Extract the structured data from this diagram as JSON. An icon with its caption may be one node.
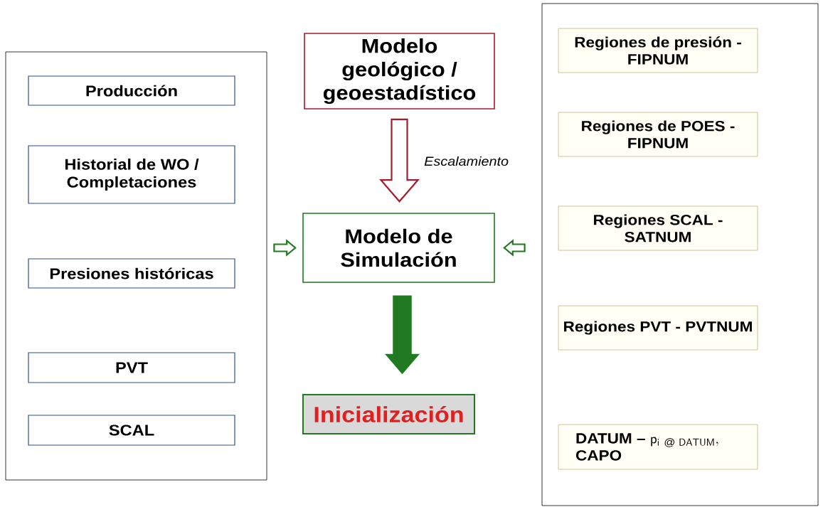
{
  "diagram": {
    "nodes": [
      {
        "text": [],
        "shape": "box"
      },
      {
        "text": [
          "Producción"
        ],
        "in": 0
      },
      {
        "text": [
          "Historial de WO / Completaciones"
        ],
        "in": 0
      },
      {
        "text": [
          "Presiones históricas"
        ],
        "in": 0
      },
      {
        "text": [
          "PVT"
        ],
        "in": 0
      },
      {
        "text": [
          "SCAL"
        ],
        "in": 0
      },
      {
        "text": [
          "Modelo geológico / geoestadístico"
        ]
      },
      {
        "text": [
          "Modelo de Simulación"
        ]
      },
      {
        "text": [
          "Inicialización"
        ]
      },
      {
        "text": [],
        "shape": "box"
      },
      {
        "text": [
          "Regiones de presión - FIPNUM"
        ],
        "in": 9
      },
      {
        "text": [
          "Regiones de POES - FIPNUM"
        ],
        "in": 9
      },
      {
        "text": [
          "Regiones SCAL - SATNUM"
        ],
        "in": 9
      },
      {
        "text": [
          "Regiones PVT - PVTNUM"
        ],
        "in": 9
      },
      {
        "text": [
          "DATUM –",
          "\\mathsf{p}_{\\mathsf{i}\\ @\\ \\mathsf{DATUM}},",
          "CAPO"
        ],
        "in": 9
      }
    ],
    "edges": [
      {
        "from": 6,
        "to": 7,
        "arrow": "to",
        "label": "Escalamiento",
        "color": "#a51c2c"
      },
      {
        "from": 7,
        "to": 8,
        "arrow": "to",
        "style": "thick"
      },
      {
        "from": 0,
        "to": 7,
        "arrow": "to"
      },
      {
        "from": 9,
        "to": 7,
        "arrow": "to"
      }
    ]
  }
}
